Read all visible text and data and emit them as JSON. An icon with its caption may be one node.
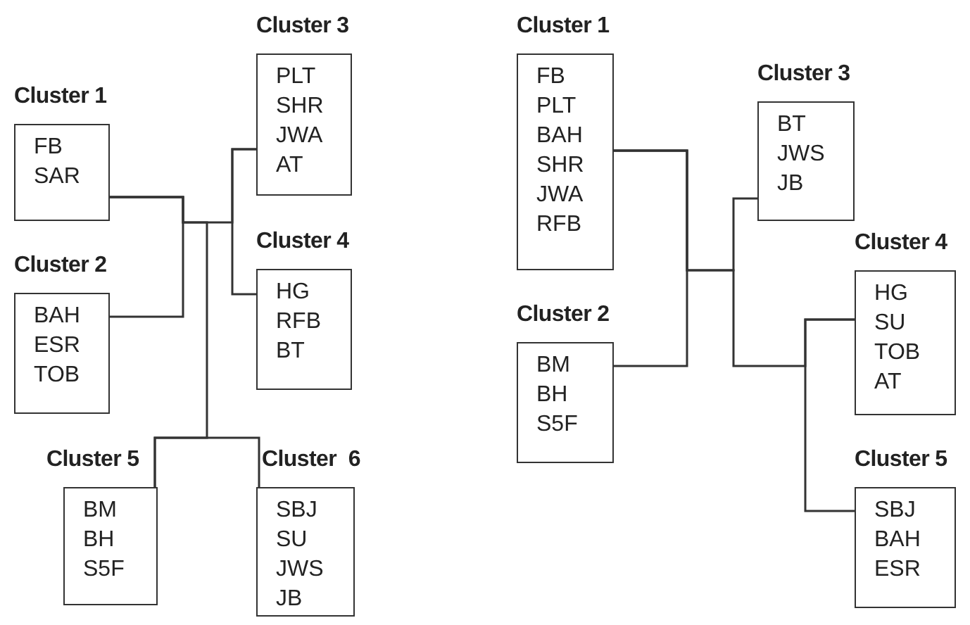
{
  "diagram": {
    "nodes": [
      {
        "text": [
          "Cluster 1",
          "FB",
          "SAR"
        ]
      },
      {
        "text": [
          "Cluster 2",
          "BAH",
          "ESR",
          "TOB"
        ]
      },
      {
        "text": [
          "Cluster 3",
          "PLT",
          "SHR",
          "JWA",
          "AT"
        ]
      },
      {
        "text": [
          "Cluster 4",
          "HG",
          "RFB",
          "BT"
        ]
      },
      {
        "text": [
          "Cluster 5",
          "BM",
          "BH",
          "S5F"
        ]
      },
      {
        "text": [
          "Cluster  6",
          "SBJ",
          "SU",
          "JWS",
          "JB"
        ]
      },
      {
        "text": [
          "Cluster 1",
          "FB",
          "PLT",
          "BAH",
          "SHR",
          "JWA",
          "RFB"
        ]
      },
      {
        "text": [
          "Cluster 2",
          "BM",
          "BH",
          "S5F"
        ]
      },
      {
        "text": [
          "Cluster 3",
          "BT",
          "JWS",
          "JB"
        ]
      },
      {
        "text": [
          "Cluster 4",
          "HG",
          "SU",
          "TOB",
          "AT"
        ]
      },
      {
        "text": [
          "Cluster 5",
          "SBJ",
          "BAH",
          "ESR"
        ]
      }
    ],
    "edges": [
      {
        "from": 0,
        "to": 1,
        "arrow": "none"
      },
      {
        "from": 2,
        "to": 3,
        "arrow": "none"
      },
      {
        "from": 4,
        "to": 5,
        "arrow": "none"
      },
      {
        "from": 0,
        "to": 2,
        "arrow": "none"
      },
      {
        "from": 0,
        "to": 4,
        "arrow": "none"
      },
      {
        "from": 6,
        "to": 7,
        "arrow": "none"
      },
      {
        "from": 6,
        "to": 8,
        "arrow": "none"
      },
      {
        "from": 6,
        "to": 9,
        "arrow": "none"
      },
      {
        "from": 9,
        "to": 10,
        "arrow": "none"
      }
    ]
  }
}
